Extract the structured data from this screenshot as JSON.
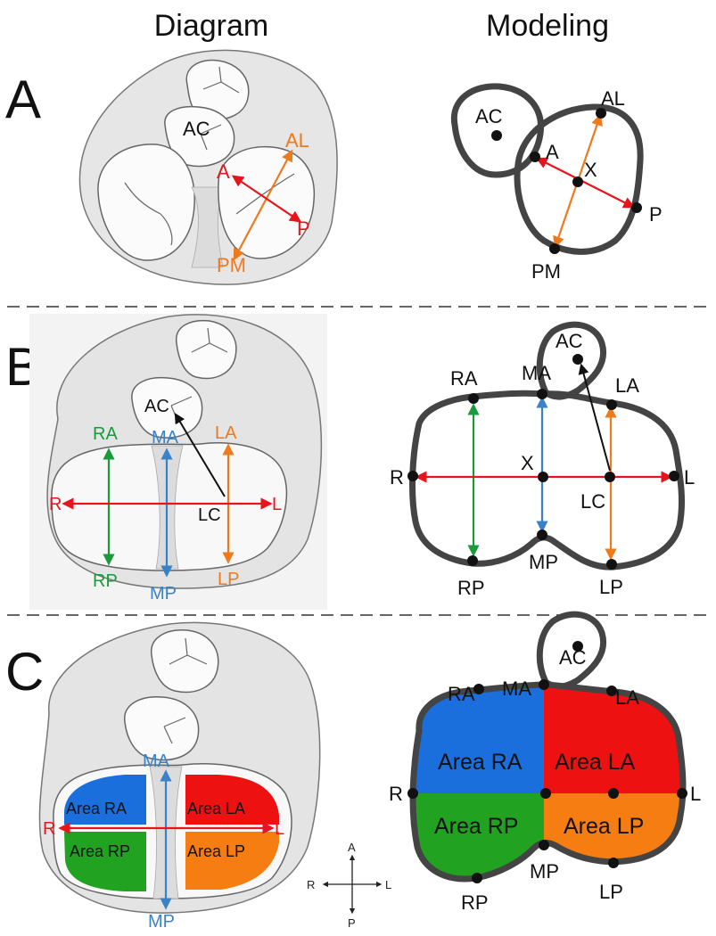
{
  "headers": {
    "diagram": "Diagram",
    "modeling": "Modeling"
  },
  "panels": {
    "a": "A",
    "b": "B",
    "c": "C"
  },
  "panel_a": {
    "diagram": {
      "ac": "AC",
      "al": "AL",
      "a": "A",
      "p": "P",
      "pm": "PM"
    },
    "model": {
      "ac": "AC",
      "al": "AL",
      "a": "A",
      "x": "X",
      "p": "P",
      "pm": "PM"
    }
  },
  "panel_b": {
    "diagram": {
      "ac": "AC",
      "ra": "RA",
      "ma": "MA",
      "la": "LA",
      "r": "R",
      "l": "L",
      "lc": "LC",
      "rp": "RP",
      "mp": "MP",
      "lp": "LP"
    },
    "model": {
      "ac": "AC",
      "ra": "RA",
      "ma": "MA",
      "la": "LA",
      "r": "R",
      "x": "X",
      "l": "L",
      "lc": "LC",
      "rp": "RP",
      "mp": "MP",
      "lp": "LP"
    }
  },
  "panel_c": {
    "diagram": {
      "ma": "MA",
      "area_ra": "Area RA",
      "area_la": "Area LA",
      "r": "R",
      "l": "L",
      "area_rp": "Area RP",
      "area_lp": "Area LP",
      "mp": "MP"
    },
    "compass": {
      "a": "A",
      "p": "P",
      "r": "R",
      "l": "L"
    },
    "model": {
      "ac": "AC",
      "ra": "RA",
      "ma": "MA",
      "la": "LA",
      "r": "R",
      "l": "L",
      "area_ra": "Area RA",
      "area_la": "Area LA",
      "area_rp": "Area RP",
      "area_lp": "Area LP",
      "rp": "RP",
      "mp": "MP",
      "lp": "LP"
    }
  },
  "colors": {
    "red": "#e8141c",
    "orange": "#ee7a1c",
    "green": "#1a9a3a",
    "blue": "#3a82c8",
    "area_blue": "#1a6fdc",
    "area_red": "#ee1111",
    "area_green": "#21a221",
    "area_orange": "#f57d12"
  }
}
